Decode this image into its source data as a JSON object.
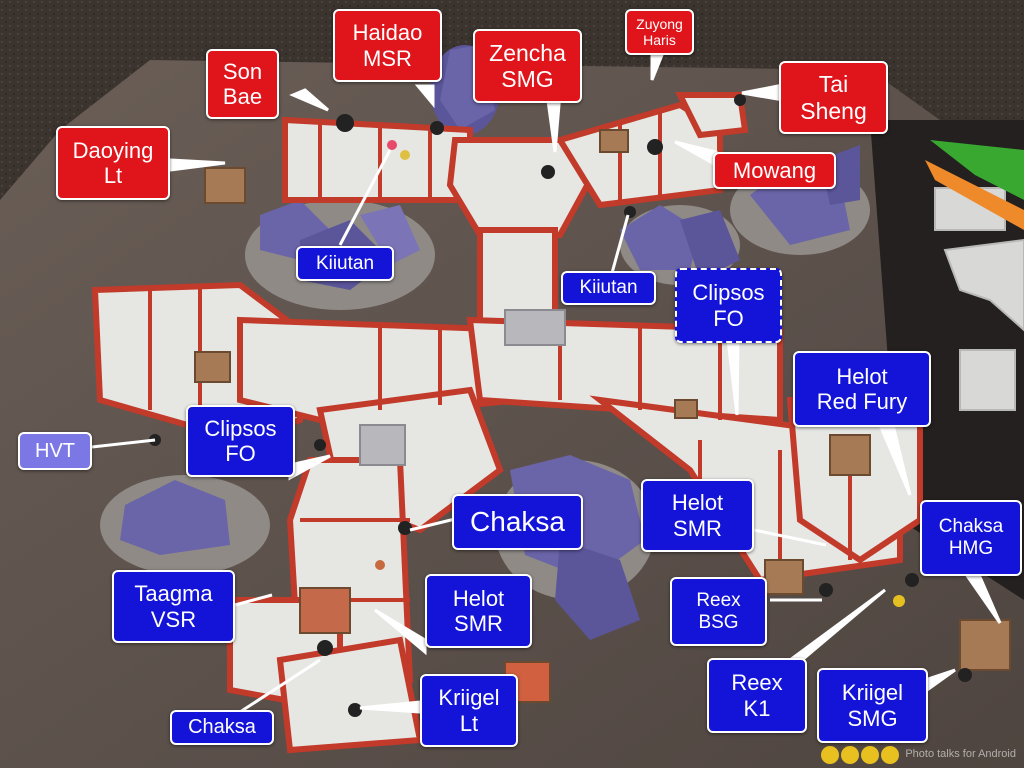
{
  "colors": {
    "red_team": "#e0151c",
    "blue_team": "#1414d8",
    "objective": "#7b78e6",
    "table": "#5a4f49",
    "wall": "#c23a2a"
  },
  "labels": {
    "haidao": [
      "Haidao",
      "MSR"
    ],
    "zencha": [
      "Zencha",
      "SMG"
    ],
    "zuyong": [
      "Zuyong",
      "Haris"
    ],
    "son": [
      "Son",
      "Bae"
    ],
    "tai": [
      "Tai",
      "Sheng"
    ],
    "daoying": [
      "Daoying",
      "Lt"
    ],
    "mowang": [
      "Mowang"
    ],
    "kiiutan1": [
      "Kiiutan"
    ],
    "kiiutan2": [
      "Kiiutan"
    ],
    "clipsos_top": [
      "Clipsos",
      "FO"
    ],
    "helot_red": [
      "Helot",
      "Red Fury"
    ],
    "hvt": [
      "HVT"
    ],
    "clipsos_left": [
      "Clipsos",
      "FO"
    ],
    "chaksa_center": [
      "Chaksa"
    ],
    "helot_smr_r": [
      "Helot",
      "SMR"
    ],
    "chaksa_hmg": [
      "Chaksa",
      "HMG"
    ],
    "taagma": [
      "Taagma",
      "VSR"
    ],
    "helot_smr_c": [
      "Helot",
      "SMR"
    ],
    "reex_bsg": [
      "Reex",
      "BSG"
    ],
    "reex_k1": [
      "Reex",
      "K1"
    ],
    "kriigel_smg": [
      "Kriigel",
      "SMG"
    ],
    "chaksa_bottom": [
      "Chaksa"
    ],
    "kriigel_lt": [
      "Kriigel",
      "Lt"
    ]
  },
  "watermark": "Photo talks for Android"
}
